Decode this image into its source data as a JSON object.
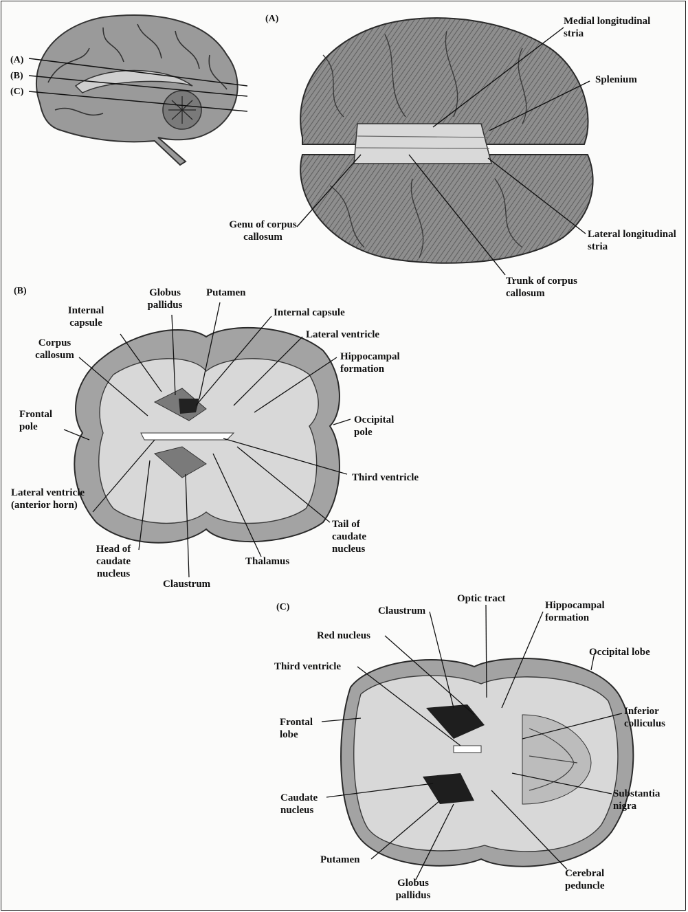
{
  "figure": {
    "sagittal_markers": [
      "(A)",
      "(B)",
      "(C)"
    ],
    "panels": [
      {
        "id": "A",
        "tag": "(A)",
        "labels": [
          "Medial longitudinal stria",
          "Splenium",
          "Genu of corpus callosum",
          "Lateral longitudinal stria",
          "Trunk of corpus callosum"
        ]
      },
      {
        "id": "B",
        "tag": "(B)",
        "labels": [
          "Internal capsule",
          "Globus pallidus",
          "Putamen",
          "Internal capsule",
          "Lateral ventricle",
          "Corpus callosum",
          "Hippocampal formation",
          "Frontal pole",
          "Occipital pole",
          "Third ventricle",
          "Lateral ventricle (anterior horn)",
          "Tail of caudate nucleus",
          "Head of caudate nucleus",
          "Thalamus",
          "Claustrum"
        ]
      },
      {
        "id": "C",
        "tag": "(C)",
        "labels": [
          "Claustrum",
          "Optic tract",
          "Hippocampal formation",
          "Red nucleus",
          "Occipital lobe",
          "Third ventricle",
          "Frontal lobe",
          "Inferior colliculus",
          "Caudate nucleus",
          "Substantia nigra",
          "Putamen",
          "Globus pallidus",
          "Cerebral peduncle"
        ]
      }
    ]
  }
}
